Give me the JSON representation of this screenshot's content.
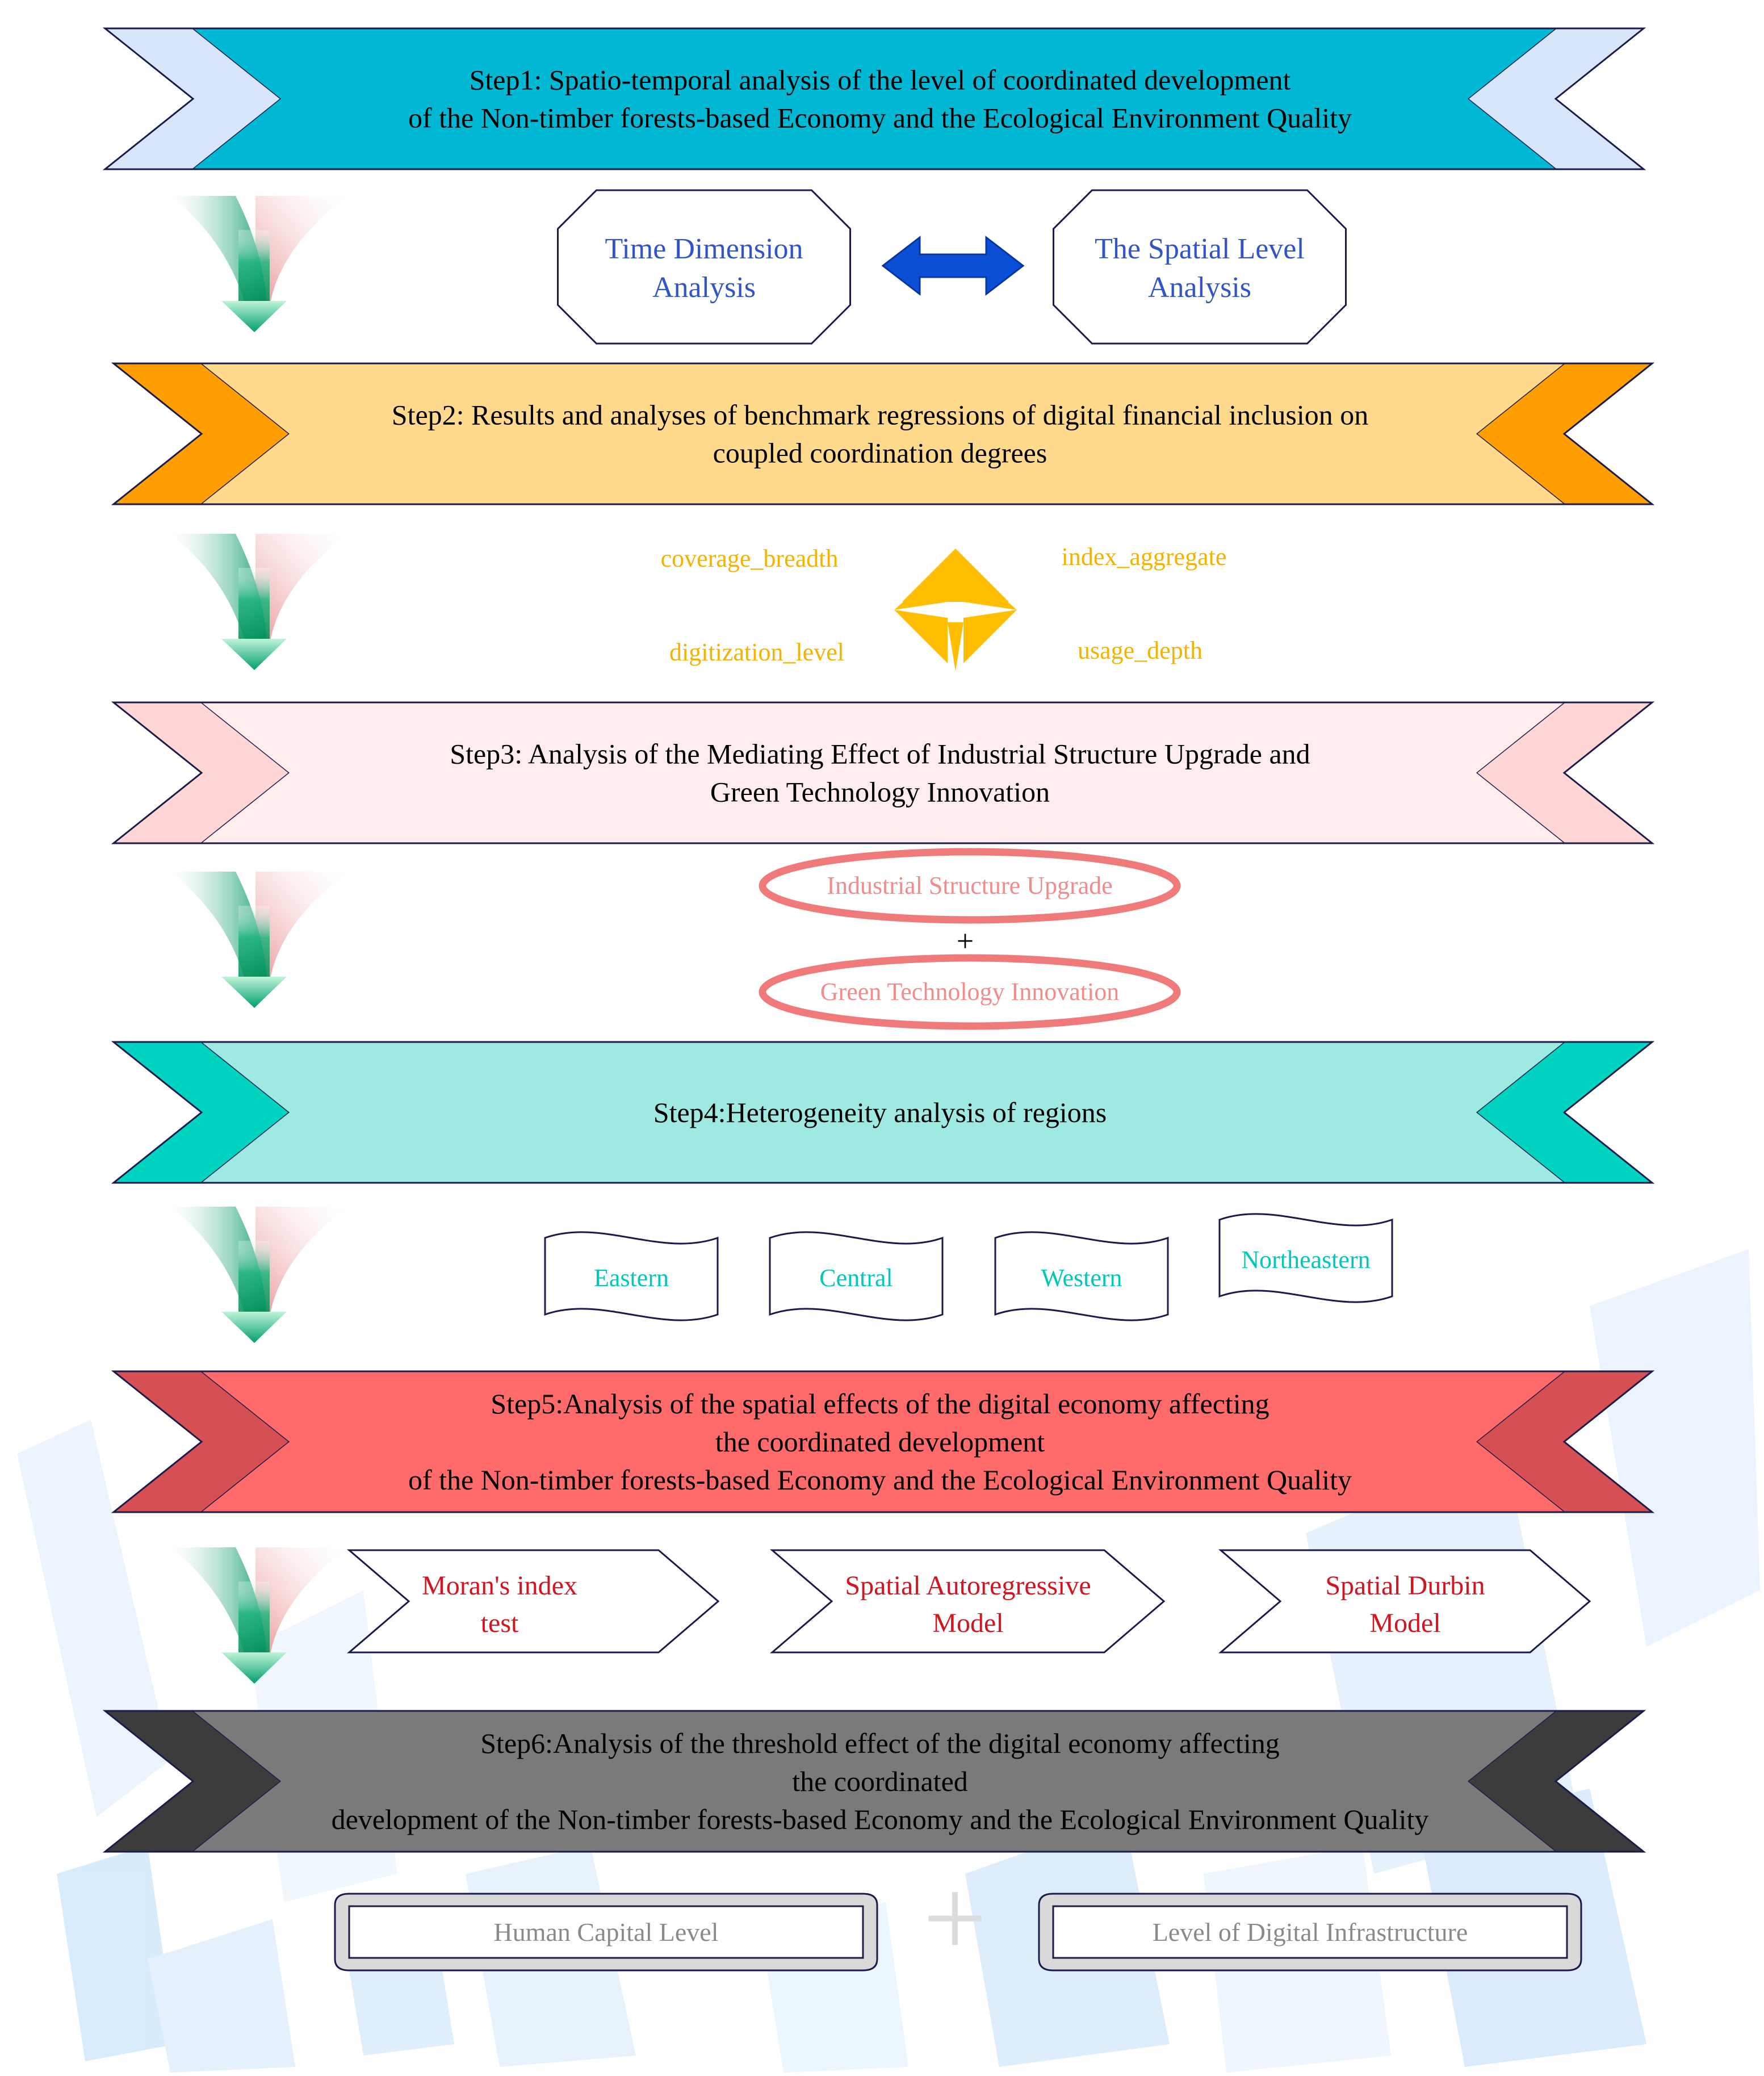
{
  "steps": [
    {
      "lines": [
        "Step1: Spatio-temporal analysis of the level of coordinated development",
        "of the Non-timber forests-based Economy and the Ecological Environment Quality"
      ],
      "body_color": "#00b8d4",
      "wing_color": "#d8e6fb"
    },
    {
      "lines": [
        "Step2: Results and analyses of benchmark regressions of digital financial inclusion on",
        "coupled coordination degrees"
      ],
      "body_color": "#ffd98c",
      "wing_color": "#ff9e00"
    },
    {
      "lines": [
        "Step3: Analysis of the Mediating Effect of Industrial Structure Upgrade and",
        "Green Technology Innovation"
      ],
      "body_color": "#ffecec",
      "wing_color": "#ffd5d5"
    },
    {
      "lines": [
        "Step4:Heterogeneity analysis of regions"
      ],
      "body_color": "#9eeae3",
      "wing_color": "#00d3c0"
    },
    {
      "lines": [
        "Step5:Analysis of the spatial effects of the digital economy affecting",
        "the coordinated development",
        "of the Non-timber forests-based Economy and the Ecological Environment Quality"
      ],
      "body_color": "#ff6b6b",
      "wing_color": "#d64f53"
    },
    {
      "lines": [
        "Step6:Analysis of the threshold effect of the digital economy affecting",
        "the coordinated",
        "development of the Non-timber forests-based Economy and the Ecological Environment Quality"
      ],
      "body_color": "#7a7a7a",
      "wing_color": "#3c3c3c"
    }
  ],
  "step1_boxes": [
    {
      "lines": [
        "Time Dimension",
        "Analysis"
      ]
    },
    {
      "lines": [
        "The Spatial Level",
        "Analysis"
      ]
    }
  ],
  "step2_labels": {
    "top_left": "coverage_breadth",
    "top_right": "index_aggregate",
    "bottom_left": "digitization_level",
    "bottom_right": "usage_depth"
  },
  "step3_items": {
    "first": "Industrial Structure Upgrade",
    "joiner": "+",
    "second": "Green Technology Innovation"
  },
  "step4_regions": [
    "Eastern",
    "Central",
    "Western",
    "Northeastern"
  ],
  "step5_methods": [
    {
      "lines": [
        "Moran's index",
        "test"
      ]
    },
    {
      "lines": [
        "Spatial Autoregressive",
        "Model"
      ]
    },
    {
      "lines": [
        "Spatial Durbin",
        "Model"
      ]
    }
  ],
  "step6_items": {
    "left": "Human Capital Level",
    "joiner": "+",
    "right": "Level of Digital Infrastructure"
  },
  "colors": {
    "outline": "#1a1a4d",
    "arrow_blue": "#0a4fd6",
    "diamond_yellow": "#ffbf00",
    "ellipse_pink": "#f07a7a",
    "down_arrow_green": "#009f68",
    "down_arrow_pink": "#f2a4a4"
  },
  "icons": {
    "double_arrow": "double-headed-arrow-icon",
    "diamond": "four-triangle-diamond-icon",
    "step_arrow": "down-arrow-icon"
  }
}
